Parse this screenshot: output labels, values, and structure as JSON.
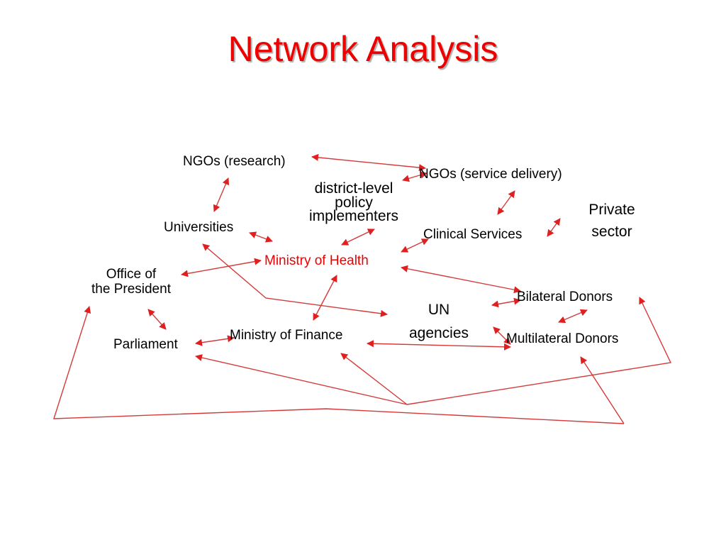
{
  "title": "Network Analysis",
  "colors": {
    "title": "#ee0000",
    "accent_node": "#ee0000",
    "connector": "#d43a3a",
    "arrowhead": "#e02020",
    "text": "#000000"
  },
  "nodes": {
    "ngos_research": "NGOs (research)",
    "ngos_service_delivery": "NGOs (service delivery)",
    "district_level": [
      "district-level",
      "policy",
      "implementers"
    ],
    "private_sector": [
      "Private",
      "sector"
    ],
    "universities": "Universities",
    "clinical_services": "Clinical Services",
    "ministry_of_health": "Ministry of Health",
    "office_of_president": [
      "Office of",
      "the President"
    ],
    "bilateral_donors": "Bilateral Donors",
    "un_agencies": [
      "UN",
      "agencies"
    ],
    "parliament": "Parliament",
    "ministry_of_finance": "Ministry of Finance",
    "multilateral_donors": "Multilateral Donors"
  }
}
